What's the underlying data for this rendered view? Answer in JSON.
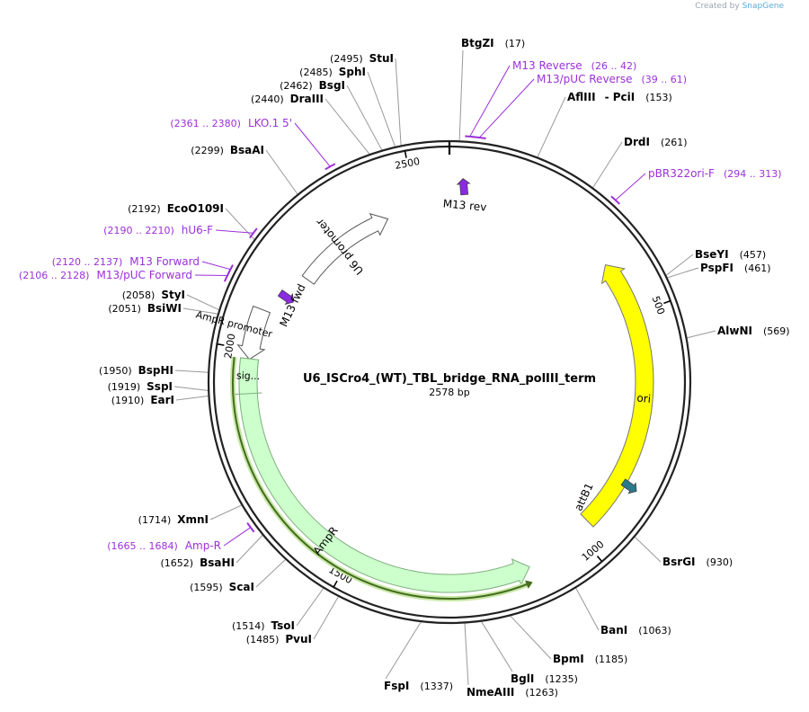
{
  "credit": {
    "prefix": "Created by",
    "brand": "SnapGene"
  },
  "plasmid": {
    "name": "U6_ISCro4_(WT)_TBL_bridge_RNA_polIII_term",
    "length_label": "2578 bp",
    "length": 2578
  },
  "colors": {
    "enzyme_text": "#000000",
    "primer": "#9b30d9",
    "ori": "#ffff00",
    "ampr": "#ccffcc",
    "ampr_strand": "#446b1f",
    "attb1": "#2b7a8c",
    "primer_arrow": "#8b2be0",
    "backbone": "#222222"
  },
  "ticks": [
    {
      "bp": 500,
      "label": "500"
    },
    {
      "bp": 1000,
      "label": "1000"
    },
    {
      "bp": 1500,
      "label": "1500"
    },
    {
      "bp": 2000,
      "label": "2000"
    },
    {
      "bp": 2500,
      "label": "2500"
    }
  ],
  "enzymes": [
    {
      "name": "BtgZI",
      "pos": "(17)",
      "bp": 17
    },
    {
      "name": "AflIII",
      "extra": "- PciI",
      "pos": "(153)",
      "bp": 153
    },
    {
      "name": "DrdI",
      "pos": "(261)",
      "bp": 261
    },
    {
      "name": "BseYI",
      "pos": "(457)",
      "bp": 457
    },
    {
      "name": "PspFI",
      "pos": "(461)",
      "bp": 461
    },
    {
      "name": "AlwNI",
      "pos": "(569)",
      "bp": 569
    },
    {
      "name": "BsrGI",
      "pos": "(930)",
      "bp": 930
    },
    {
      "name": "BanI",
      "pos": "(1063)",
      "bp": 1063
    },
    {
      "name": "BpmI",
      "pos": "(1185)",
      "bp": 1185
    },
    {
      "name": "BglI",
      "pos": "(1235)",
      "bp": 1235
    },
    {
      "name": "NmeAIII",
      "pos": "(1263)",
      "bp": 1263
    },
    {
      "name": "FspI",
      "pos": "(1337)",
      "bp": 1337
    },
    {
      "name": "PvuI",
      "pos": "(1485)",
      "bp": 1485
    },
    {
      "name": "TsoI",
      "pos": "(1514)",
      "bp": 1514
    },
    {
      "name": "ScaI",
      "pos": "(1595)",
      "bp": 1595
    },
    {
      "name": "BsaHI",
      "pos": "(1652)",
      "bp": 1652
    },
    {
      "name": "XmnI",
      "pos": "(1714)",
      "bp": 1714
    },
    {
      "name": "EarI",
      "pos": "(1910)",
      "bp": 1910
    },
    {
      "name": "SspI",
      "pos": "(1919)",
      "bp": 1919
    },
    {
      "name": "BspHI",
      "pos": "(1950)",
      "bp": 1950
    },
    {
      "name": "BsiWI",
      "pos": "(2051)",
      "bp": 2051
    },
    {
      "name": "StyI",
      "pos": "(2058)",
      "bp": 2058
    },
    {
      "name": "EcoO109I",
      "pos": "(2192)",
      "bp": 2192
    },
    {
      "name": "BsaAI",
      "pos": "(2299)",
      "bp": 2299
    },
    {
      "name": "DraIII",
      "pos": "(2440)",
      "bp": 2440
    },
    {
      "name": "BsgI",
      "pos": "(2462)",
      "bp": 2462
    },
    {
      "name": "SphI",
      "pos": "(2485)",
      "bp": 2485
    },
    {
      "name": "StuI",
      "pos": "(2495)",
      "bp": 2495
    }
  ],
  "primers": [
    {
      "name": "M13 Reverse",
      "range": "(26 .. 42)",
      "start": 26,
      "end": 42
    },
    {
      "name": "M13/pUC Reverse",
      "range": "(39 .. 61)",
      "start": 39,
      "end": 61
    },
    {
      "name": "pBR322ori-F",
      "range": "(294 .. 313)",
      "start": 294,
      "end": 313
    },
    {
      "name": "Amp-R",
      "range": "(1665 .. 1684)",
      "start": 1665,
      "end": 1684
    },
    {
      "name": "M13 Forward",
      "range": "(2120 .. 2137)",
      "start": 2120,
      "end": 2137
    },
    {
      "name": "M13/pUC Forward",
      "range": "(2106 .. 2128)",
      "start": 2106,
      "end": 2128
    },
    {
      "name": "hU6-F",
      "range": "(2190 .. 2210)",
      "start": 2190,
      "end": 2210
    },
    {
      "name": "LKO.1 5'",
      "range": "(2361 .. 2380)",
      "start": 2361,
      "end": 2380
    }
  ],
  "features": [
    {
      "name": "ori",
      "type": "arc",
      "start": 380,
      "end": 968,
      "dir": "ccw",
      "color": "#ffff00"
    },
    {
      "name": "AmpR",
      "type": "arc",
      "start": 1121,
      "end": 1981,
      "dir": "ccw",
      "color": "#ccffcc"
    },
    {
      "name": "U6 promoter",
      "type": "arc",
      "start": 2190,
      "end": 2430,
      "dir": "cw",
      "color": "#ffffff"
    },
    {
      "name": "AmpR promoter",
      "type": "arc",
      "start": 1980,
      "end": 2085,
      "dir": "ccw",
      "color": "#ffffff"
    },
    {
      "name": "sig...",
      "type": "arc",
      "start": 1910,
      "end": 1981,
      "dir": "ccw",
      "color": "#ccffcc"
    }
  ],
  "small_features": [
    {
      "name": "M13 rev",
      "bp": 30
    },
    {
      "name": "M13 fwd",
      "bp": 2130
    },
    {
      "name": "attB1",
      "bp": 860
    }
  ]
}
